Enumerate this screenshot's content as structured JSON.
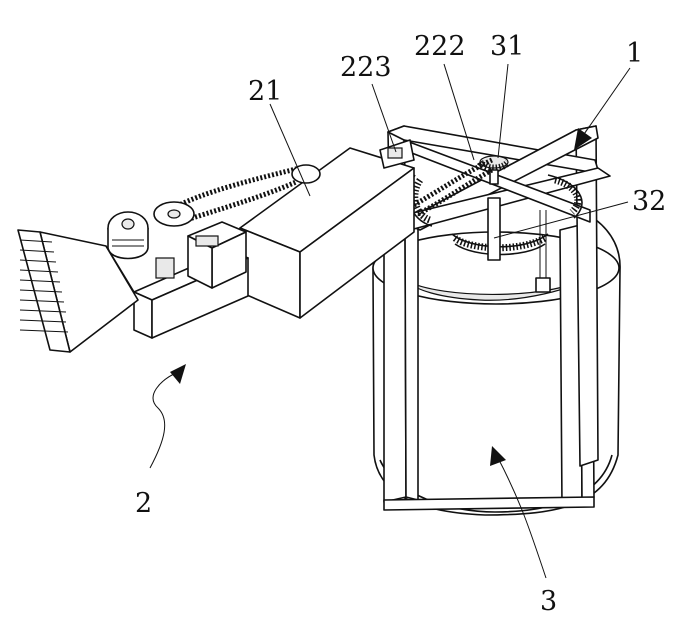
{
  "figure": {
    "labels": {
      "part_1": "1",
      "part_2": "2",
      "part_3": "3",
      "part_21": "21",
      "part_222": "222",
      "part_223": "223",
      "part_31": "31",
      "part_32": "32"
    }
  }
}
